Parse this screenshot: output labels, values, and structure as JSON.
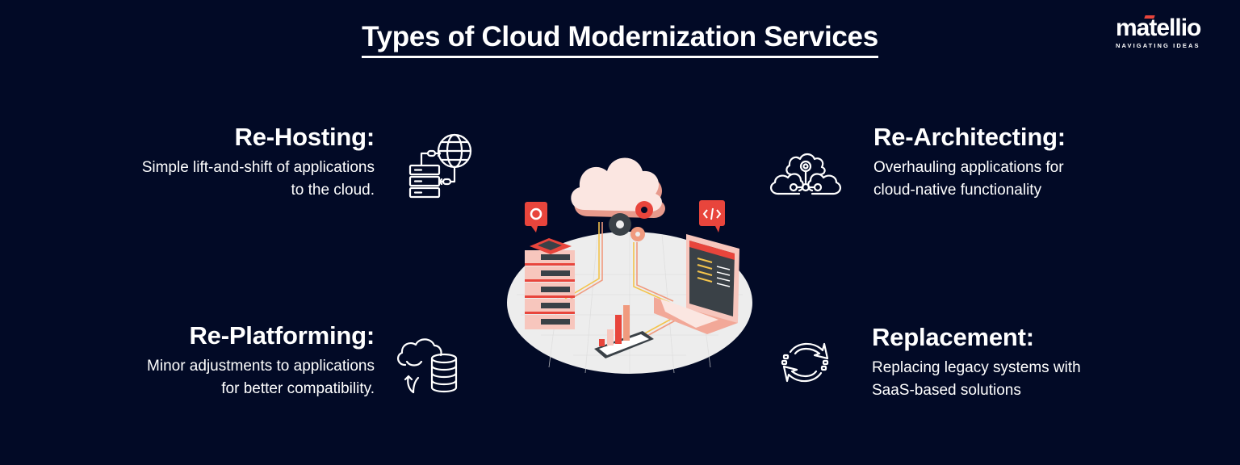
{
  "title": "Types of Cloud Modernization Services",
  "logo": {
    "wordmark": "matellio",
    "tagline": "NAVIGATING IDEAS",
    "accent_color": "#e8453c"
  },
  "colors": {
    "background": "#020a26",
    "text": "#ffffff",
    "illustration_primary": "#e8453c",
    "illustration_light": "#f7c6bd",
    "platform": "#eeeeee"
  },
  "services": {
    "rehosting": {
      "heading": "Re-Hosting:",
      "description": "Simple lift-and-shift of applications to the cloud.",
      "line1": "Simple lift-and-shift of applications",
      "line2": "to the cloud.",
      "icon": "server-globe-icon"
    },
    "replatforming": {
      "heading": "Re-Platforming:",
      "description": "Minor adjustments to applications for better compatibility.",
      "line1": "Minor adjustments to applications",
      "line2": "for better compatibility.",
      "icon": "cloud-database-upload-icon"
    },
    "rearchitecting": {
      "heading": "Re-Architecting:",
      "description": "Overhauling applications for cloud-native functionality",
      "line1": "Overhauling applications for",
      "line2": "cloud-native functionality",
      "icon": "cloud-network-icon"
    },
    "replacement": {
      "heading": "Replacement:",
      "description": "Replacing legacy systems with SaaS-based solutions",
      "line1": "Replacing legacy systems with",
      "line2": "SaaS-based solutions",
      "icon": "refresh-cycle-icon"
    }
  },
  "illustration": {
    "description": "isometric cloud connected to server rack, laptop with code window and analytics tablet on a round platform",
    "elements": [
      "cloud",
      "gears",
      "server-rack",
      "settings-badge",
      "laptop",
      "code-badge",
      "chart-tablet"
    ]
  }
}
